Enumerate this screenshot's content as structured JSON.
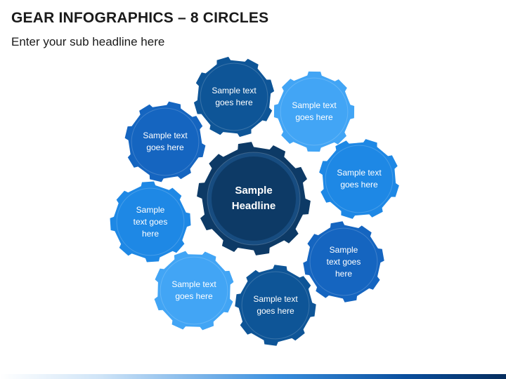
{
  "slide": {
    "title": "GEAR INFOGRAPHICS – 8 CIRCLES",
    "subtitle": "Enter your sub headline here"
  },
  "colors": {
    "dark_navy": "#0d3a66",
    "navy_ring": "#174c80",
    "dark_blue": "#0e5597",
    "medium_blue": "#1565c0",
    "bright_blue": "#1e88e5",
    "light_blue": "#42a5f5"
  },
  "center_gear": {
    "label": "Sample\nHeadline"
  },
  "gears": [
    {
      "label": "Sample text\ngoes here"
    },
    {
      "label": "Sample text\ngoes here"
    },
    {
      "label": "Sample text\ngoes here"
    },
    {
      "label": "Sample\ntext goes\nhere"
    },
    {
      "label": "Sample text\ngoes here"
    },
    {
      "label": "Sample text\ngoes here"
    },
    {
      "label": "Sample\ntext goes\nhere"
    },
    {
      "label": "Sample text\ngoes here"
    }
  ]
}
